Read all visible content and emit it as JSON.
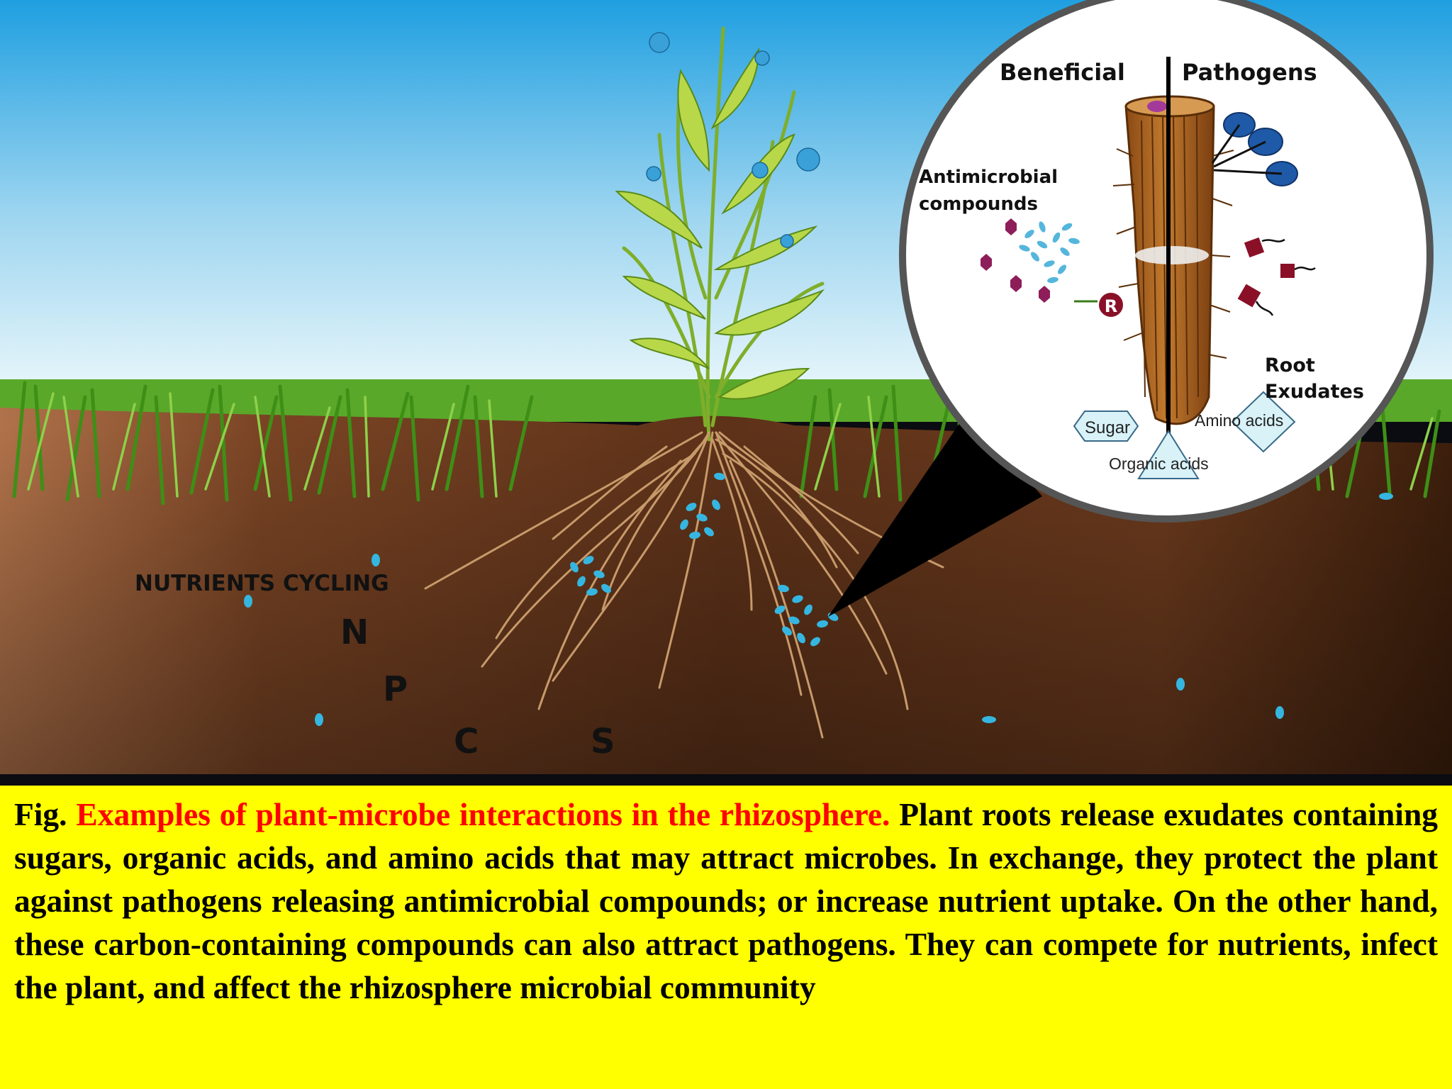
{
  "scene": {
    "nutrients_title": "NUTRIENTS CYCLING",
    "nutrients": [
      "N",
      "P",
      "C",
      "S"
    ]
  },
  "inset": {
    "beneficial": "Beneficial",
    "pathogens": "Pathogens",
    "antimicrobial_line1": "Antimicrobial",
    "antimicrobial_line2": "compounds",
    "receptor": "R",
    "root_exudates_line1": "Root",
    "root_exudates_line2": "Exudates",
    "sugar": "Sugar",
    "amino_acids": "Amino acids",
    "organic_acids": "Organic acids"
  },
  "caption": {
    "prefix": "Fig. ",
    "title": "Examples of plant-microbe interactions in the rhizosphere.",
    "body": " Plant roots release exudates containing sugars, organic acids, and amino acids that may  attract microbes. In exchange, they protect the plant against pathogens releasing antimicrobial compounds; or increase nutrient uptake. On the other hand, these carbon-containing compounds can also attract pathogens. They can compete for nutrients, infect the plant, and affect the rhizosphere microbial community"
  },
  "colors": {
    "caption_background": "#ffff00",
    "caption_title": "#ff0000",
    "soil": "#6b3a1f",
    "sky": "#2aa3e0",
    "grass": "#4a9a1a"
  }
}
